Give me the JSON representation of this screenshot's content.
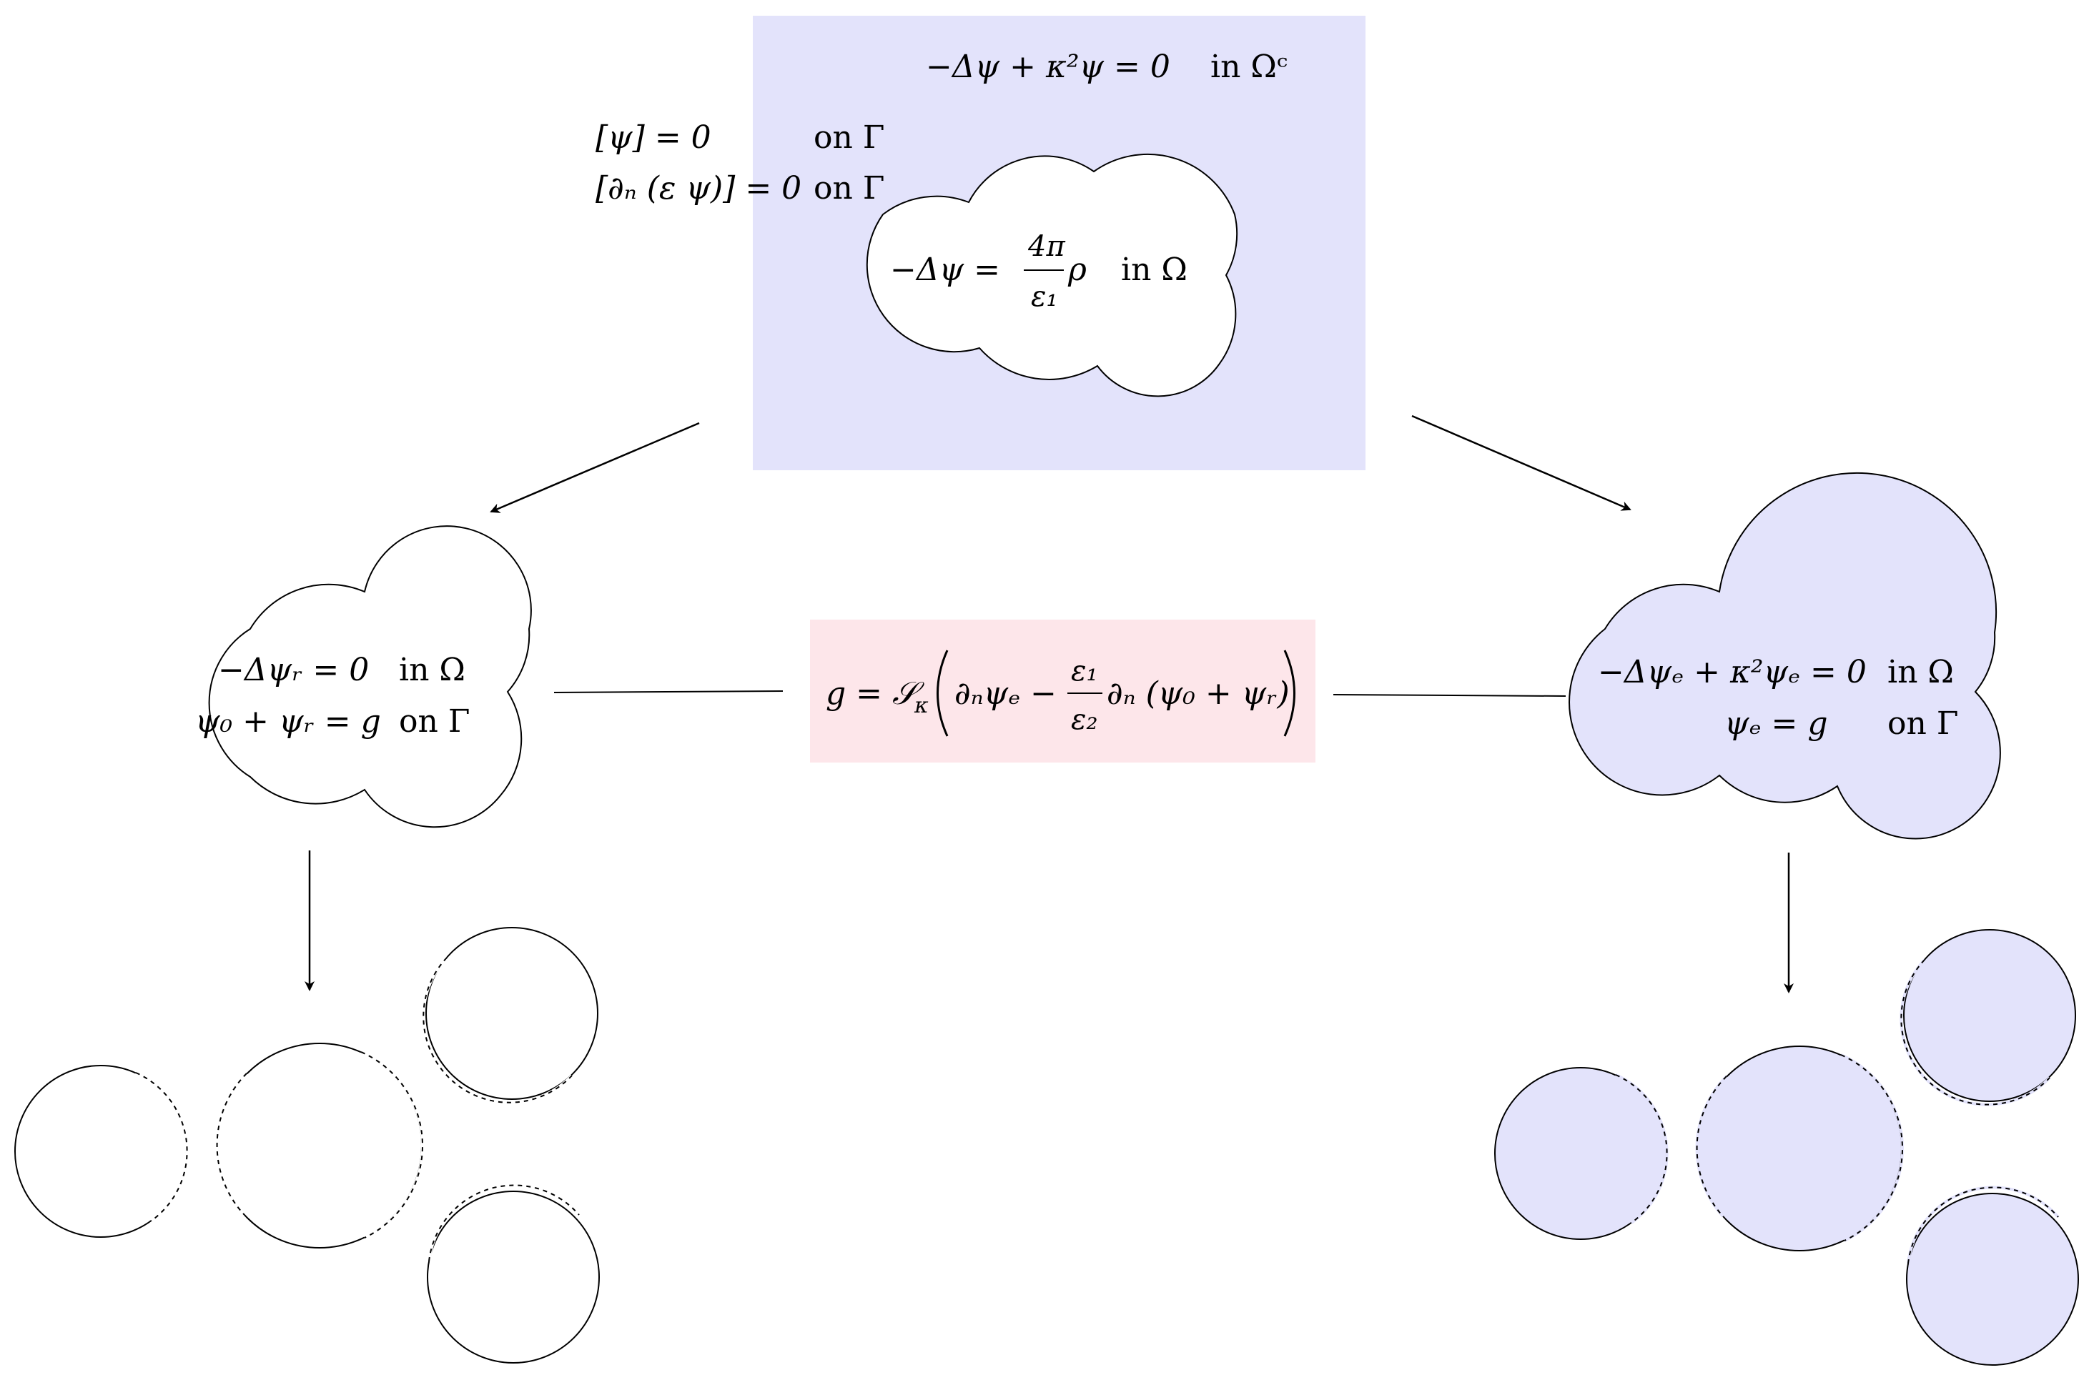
{
  "colors": {
    "outer_region_fill": "#e3e3fb",
    "exterior_problem_fill": "#e3e3fb",
    "coupling_box_fill": "#fde6ea",
    "stroke": "#000000"
  },
  "top_problem": {
    "exterior_equation": "−Δψ + κ²ψ = 0",
    "exterior_domain": "in Ωᶜ",
    "interface_condition_1": "[ψ] = 0",
    "interface_condition_1_where": "on Γ",
    "interface_condition_2": "[∂ₙ (ε ψ)] = 0",
    "interface_condition_2_where": "on Γ",
    "interior_equation_lhs": "−Δψ =",
    "interior_equation_frac_num": "4π",
    "interior_equation_frac_den": "ε₁",
    "interior_equation_rhs": "ρ",
    "interior_domain": "in Ω"
  },
  "left_problem": {
    "equation_1": "−Δψᵣ = 0",
    "equation_1_where": "in Ω",
    "equation_2": "ψ₀ + ψᵣ = g",
    "equation_2_where": "on Γ"
  },
  "right_problem": {
    "equation_1": "−Δψₑ + κ²ψₑ = 0",
    "equation_1_where": "in Ω",
    "equation_2": "ψₑ = g",
    "equation_2_where": "on Γ"
  },
  "coupling": {
    "lhs": "g = 𝒮",
    "lhs_sub": "κ",
    "term_1": "∂ₙψₑ −",
    "frac_num": "ε₁",
    "frac_den": "ε₂",
    "term_2": "∂ₙ (ψ₀ + ψᵣ)"
  }
}
